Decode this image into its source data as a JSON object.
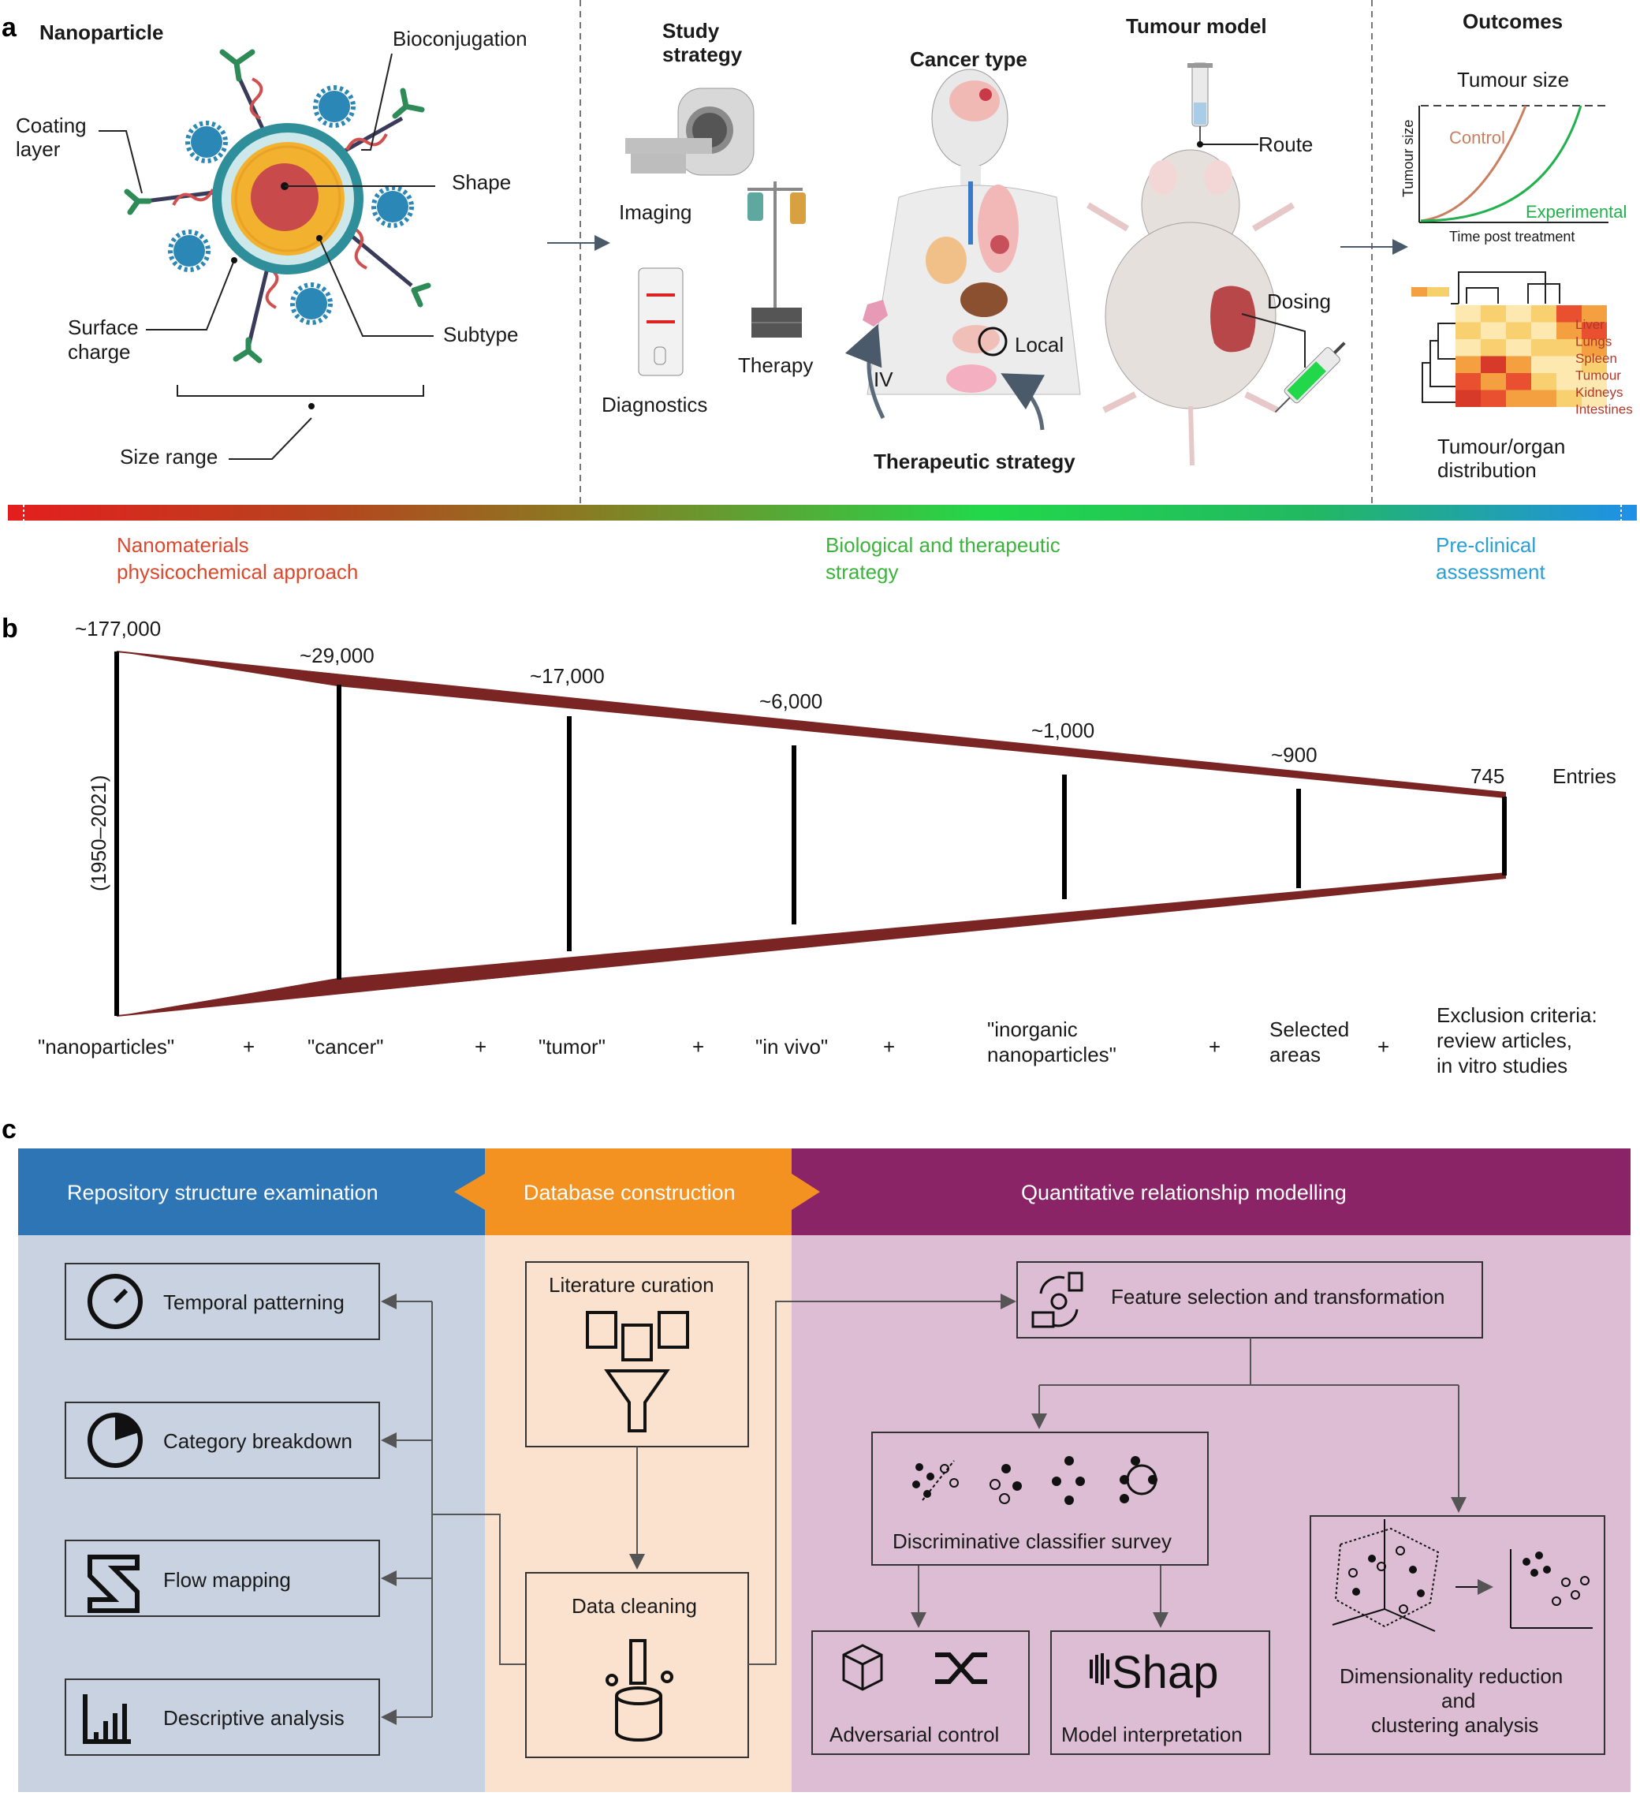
{
  "panel_a": {
    "letter": "a",
    "nanoparticle": {
      "title": "Nanoparticle",
      "labels": {
        "bioconjugation": "Bioconjugation",
        "coating_layer_1": "Coating",
        "coating_layer_2": "layer",
        "shape": "Shape",
        "surface_charge_1": "Surface",
        "surface_charge_2": "charge",
        "subtype": "Subtype",
        "size_range": "Size range"
      }
    },
    "bio": {
      "study_strategy_1": "Study",
      "study_strategy_2": "strategy",
      "cancer_type": "Cancer type",
      "tumour_model": "Tumour model",
      "imaging": "Imaging",
      "therapy": "Therapy",
      "diagnostics": "Diagnostics",
      "iv": "IV",
      "local": "Local",
      "route": "Route",
      "dosing": "Dosing",
      "therapeutic_strategy": "Therapeutic strategy"
    },
    "outcomes": {
      "title": "Outcomes",
      "tumour_size": "Tumour size",
      "y_axis": "Tumour size",
      "x_axis": "Time post treatment",
      "control": "Control",
      "experimental": "Experimental",
      "organs": [
        "Liver",
        "Lungs",
        "Spleen",
        "Tumour",
        "Kidneys",
        "Intestines"
      ],
      "distribution_1": "Tumour/organ",
      "distribution_2": "distribution"
    },
    "bands": {
      "physchem_1": "Nanomaterials",
      "physchem_2": "physicochemical approach",
      "bio_1": "Biological and therapeutic",
      "bio_2": "strategy",
      "pre_1": "Pre-clinical",
      "pre_2": "assessment"
    },
    "colors": {
      "red": "#e02020",
      "green": "#22c04a",
      "blue": "#2090d8",
      "label_red": "#d9492e",
      "label_green": "#3cb43c",
      "label_blue": "#2a9fd6"
    }
  },
  "panel_b": {
    "letter": "b",
    "years": "(1950–2021)",
    "entries_label": "Entries",
    "stages": [
      {
        "count": "~177,000",
        "term": "\"nanoparticles\""
      },
      {
        "count": "~29,000",
        "term": "\"cancer\""
      },
      {
        "count": "~17,000",
        "term": "\"tumor\""
      },
      {
        "count": "~6,000",
        "term": "\"in vivo\""
      },
      {
        "count": "~1,000",
        "term_1": "\"inorganic",
        "term_2": "nanoparticles\""
      },
      {
        "count": "~900",
        "term_1": "Selected",
        "term_2": "areas"
      },
      {
        "count": "745",
        "term_1": "Exclusion criteria:",
        "term_2": "review articles,",
        "term_3": "in vitro studies"
      }
    ],
    "plus": "+",
    "funnel_color": "#7a2424"
  },
  "panel_c": {
    "letter": "c",
    "headers": {
      "repo": "Repository structure examination",
      "db": "Database construction",
      "qrm": "Quantitative relationship modelling"
    },
    "repo_items": [
      "Temporal patterning",
      "Category breakdown",
      "Flow mapping",
      "Descriptive analysis"
    ],
    "db_items": [
      "Literature curation",
      "Data cleaning"
    ],
    "qrm": {
      "feature": "Feature selection and transformation",
      "classifier": "Discriminative classifier survey",
      "adversarial": "Adversarial control",
      "interpretation": "Model interpretation",
      "shap": "Shap",
      "dim_1": "Dimensionality reduction",
      "dim_2": "and",
      "dim_3": "clustering analysis"
    },
    "colors": {
      "blue": "#2e75b6",
      "orange": "#f39220",
      "purple": "#8b2466",
      "blue_bg": "#c9d2e0",
      "orange_bg": "#fbe2cf",
      "purple_bg": "#dcbdd3"
    }
  }
}
